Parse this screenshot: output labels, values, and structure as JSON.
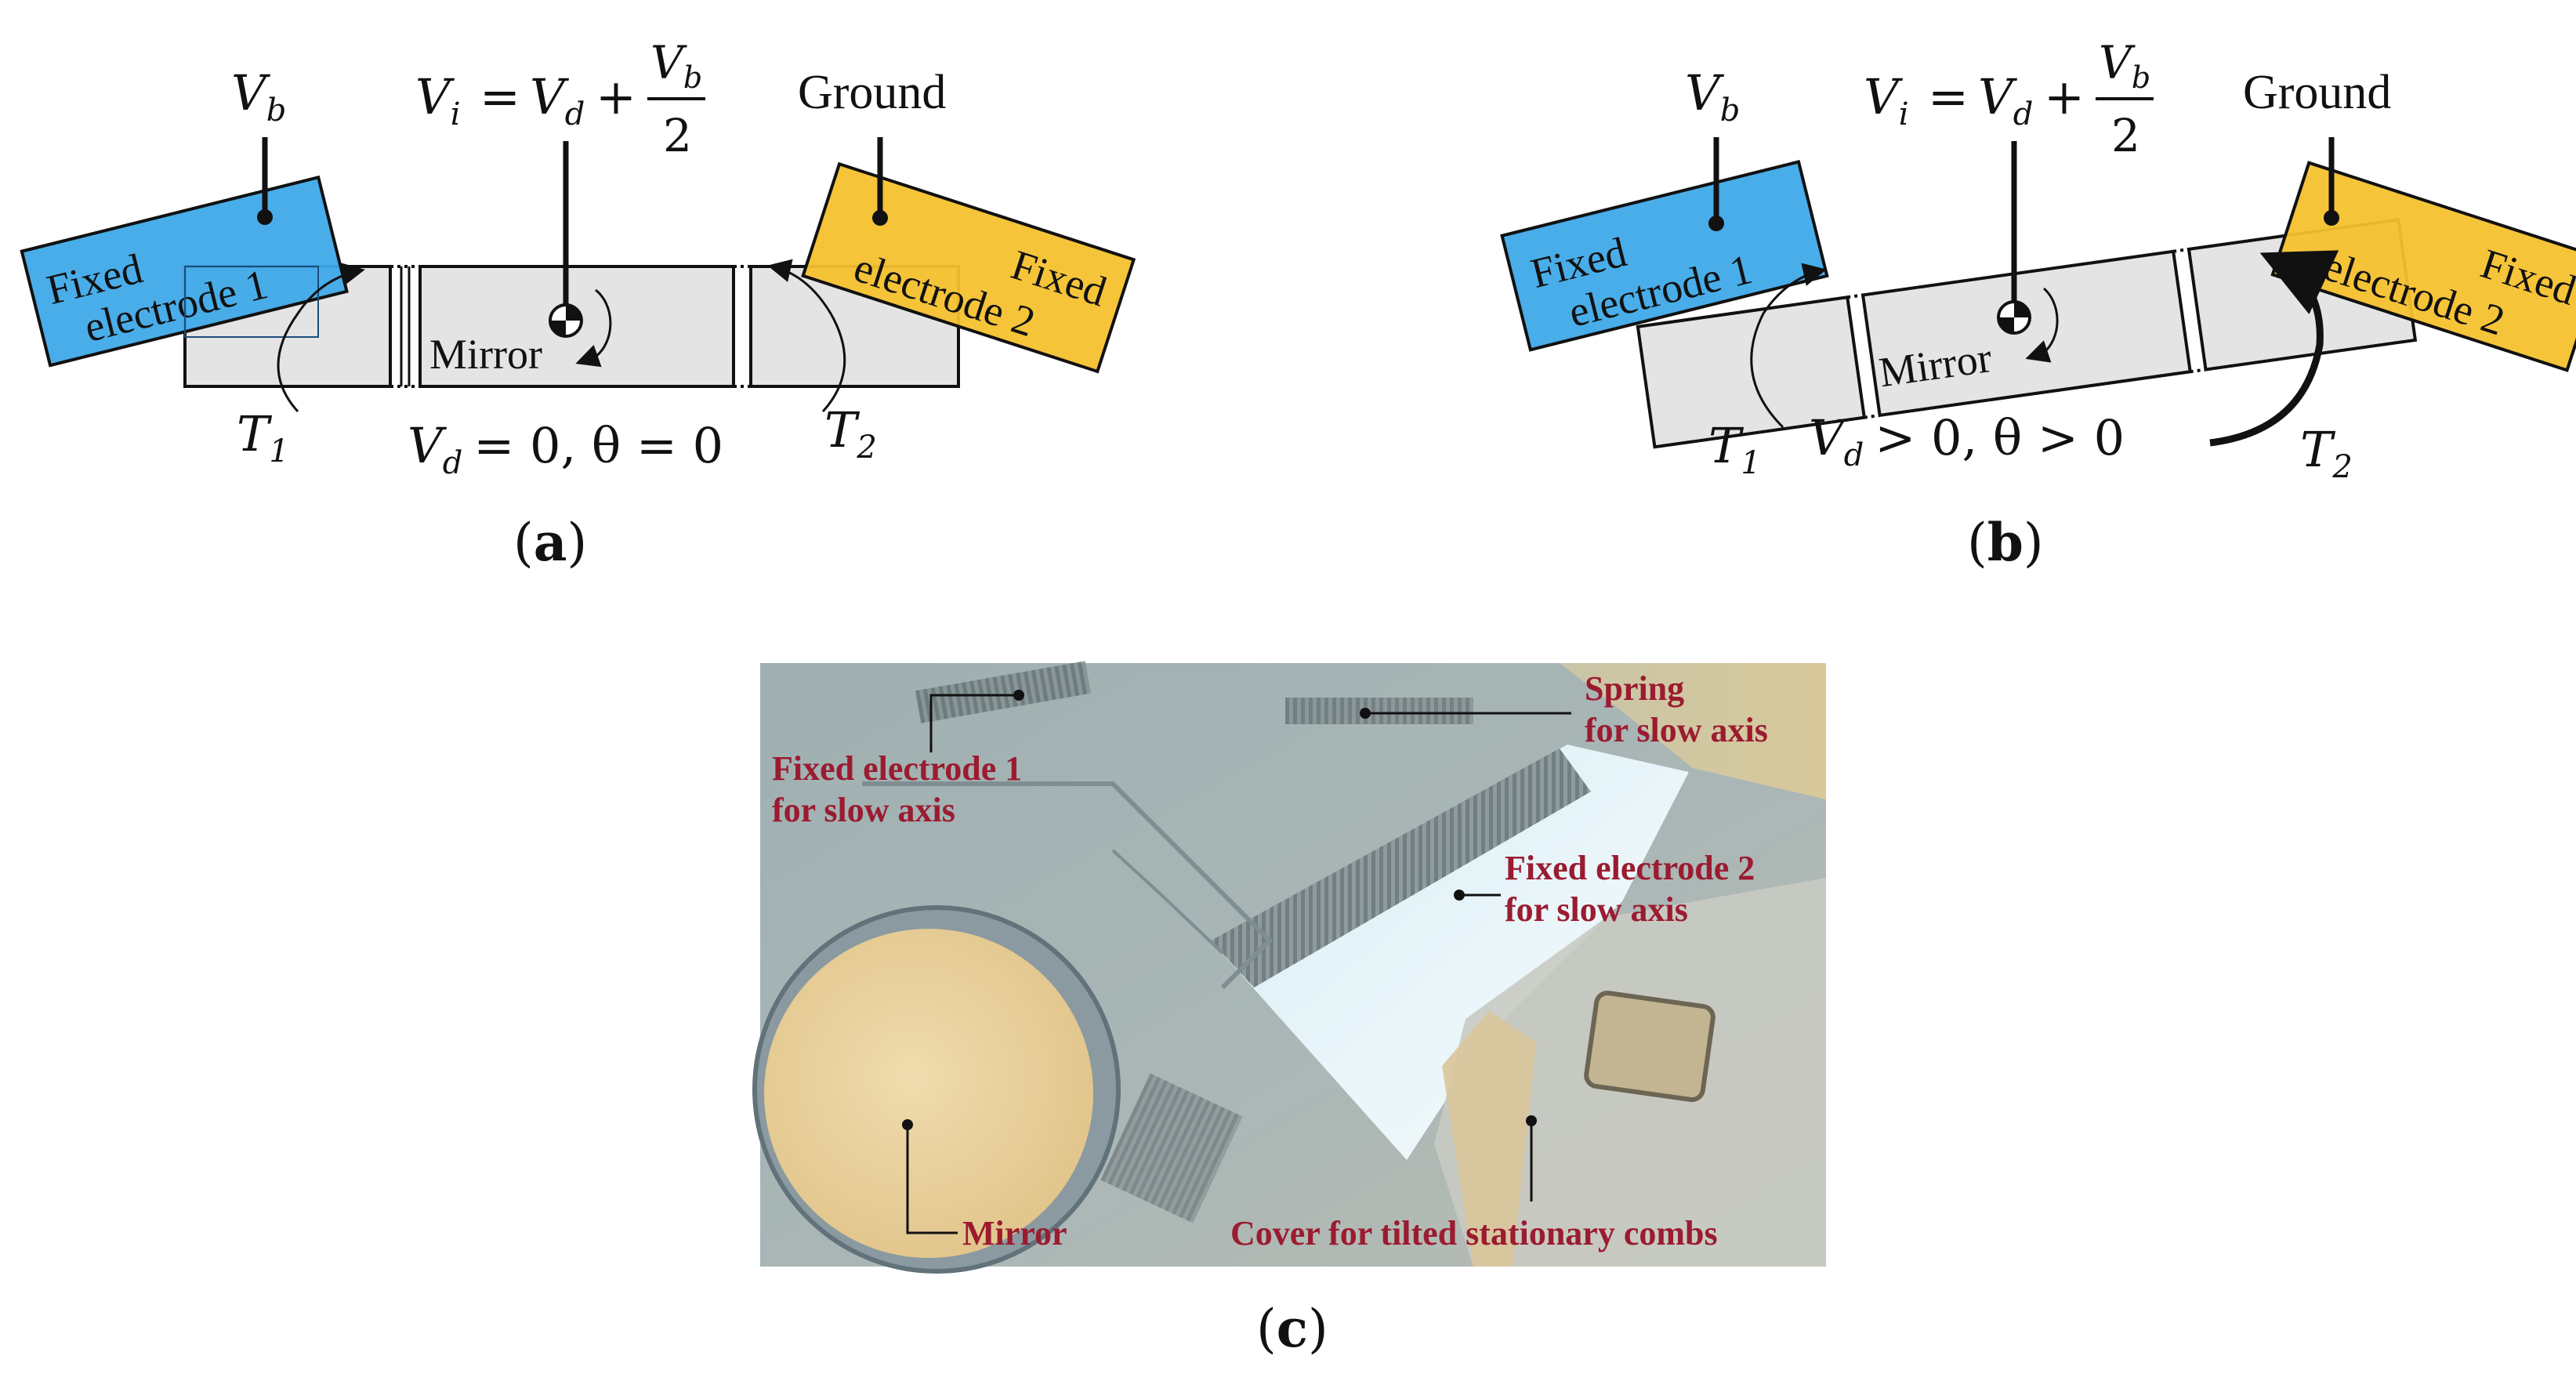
{
  "panel_a": {
    "caption_open": "(",
    "caption_letter": "a",
    "caption_close": ")",
    "vb_label": "V",
    "vb_sub": "b",
    "vi_lhs": "V",
    "vi_lhs_sub": "i",
    "vi_eq": "=",
    "vi_vd": "V",
    "vi_vd_sub": "d",
    "vi_plus": "+",
    "vi_num": "V",
    "vi_num_sub": "b",
    "vi_den": "2",
    "ground": "Ground",
    "fixed1_line1": "Fixed",
    "fixed1_line2": "electrode 1",
    "fixed2_line1": "Fixed",
    "fixed2_line2": "electrode 2",
    "mirror": "Mirror",
    "t1": "T",
    "t1_sub": "1",
    "t2": "T",
    "t2_sub": "2",
    "state_vd": "V",
    "state_vd_sub": "d",
    "state_rest": "= 0, θ = 0"
  },
  "panel_b": {
    "caption_open": "(",
    "caption_letter": "b",
    "caption_close": ")",
    "vb_label": "V",
    "vb_sub": "b",
    "vi_lhs": "V",
    "vi_lhs_sub": "i",
    "vi_eq": "=",
    "vi_vd": "V",
    "vi_vd_sub": "d",
    "vi_plus": "+",
    "vi_num": "V",
    "vi_num_sub": "b",
    "vi_den": "2",
    "ground": "Ground",
    "fixed1_line1": "Fixed",
    "fixed1_line2": "electrode 1",
    "fixed2_line1": "Fixed",
    "fixed2_line2": "electrode 2",
    "mirror": "Mirror",
    "t1": "T",
    "t1_sub": "1",
    "t2": "T",
    "t2_sub": "2",
    "state_vd": "V",
    "state_vd_sub": "d",
    "state_rest": "> 0, θ > 0"
  },
  "panel_c": {
    "caption_open": "(",
    "caption_letter": "c",
    "caption_close": ")",
    "label_fixed1_line1": "Fixed electrode 1",
    "label_fixed1_line2": "for slow axis",
    "label_spring_line1": "Spring",
    "label_spring_line2": "for slow axis",
    "label_fixed2_line1": "Fixed electrode 2",
    "label_fixed2_line2": "for slow axis",
    "label_mirror": "Mirror",
    "label_cover": "Cover for tilted stationary combs"
  },
  "colors": {
    "electrode1": "#3fa9e8",
    "electrode2": "#f6c12e",
    "body": "#e4e4e4",
    "label_red": "#9b1b30",
    "mirror_gold": "#e8cf97",
    "photo_bg": "#a9b5b5"
  }
}
